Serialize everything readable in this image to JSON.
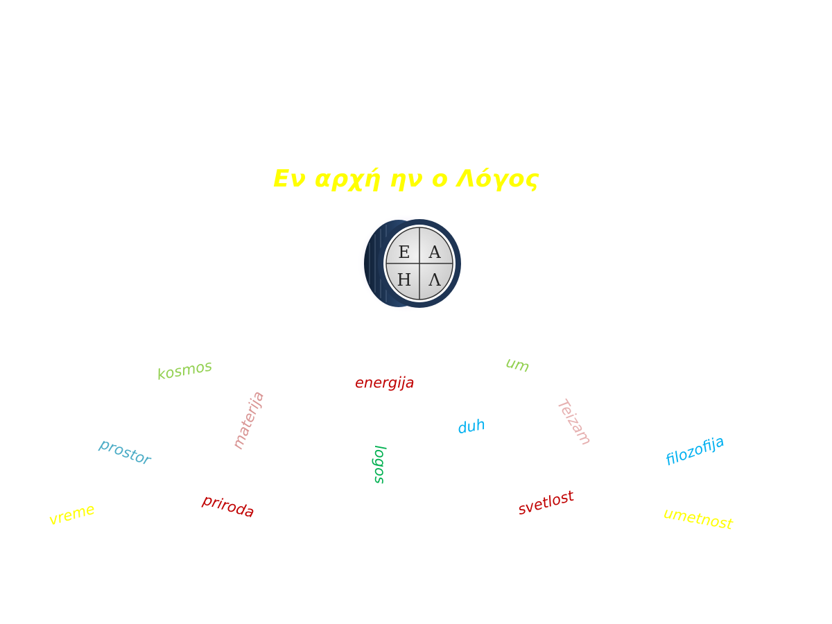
{
  "title": {
    "text": "Εν αρχή ην ο Λόγος",
    "color": "#ffff00"
  },
  "emblem": {
    "letters": [
      "Ε",
      "Α",
      "Η",
      "Λ"
    ],
    "glow_color": "#9b7fd6",
    "rim_color": "#1f3554",
    "face_color": "#e2e2e2"
  },
  "words": {
    "kosmos": {
      "text": "kosmos",
      "color": "#92d050"
    },
    "energija": {
      "text": "energija",
      "color": "#c00000"
    },
    "um": {
      "text": "um",
      "color": "#92d050"
    },
    "materija": {
      "text": "materija",
      "color": "#d99594"
    },
    "duh": {
      "text": "duh",
      "color": "#00b0f0"
    },
    "teizam": {
      "text": "Teizam",
      "color": "#e6b0b0"
    },
    "prostor": {
      "text": "prostor",
      "color": "#4bacc6"
    },
    "logos": {
      "text": "logos",
      "color": "#00b050"
    },
    "filozofija": {
      "text": "filozofija",
      "color": "#00b0f0"
    },
    "vreme": {
      "text": "vreme",
      "color": "#ffff00"
    },
    "priroda": {
      "text": "priroda",
      "color": "#c00000"
    },
    "svetlost": {
      "text": "svetlost",
      "color": "#c00000"
    },
    "umetnost": {
      "text": "umetnost",
      "color": "#ffff00"
    }
  }
}
